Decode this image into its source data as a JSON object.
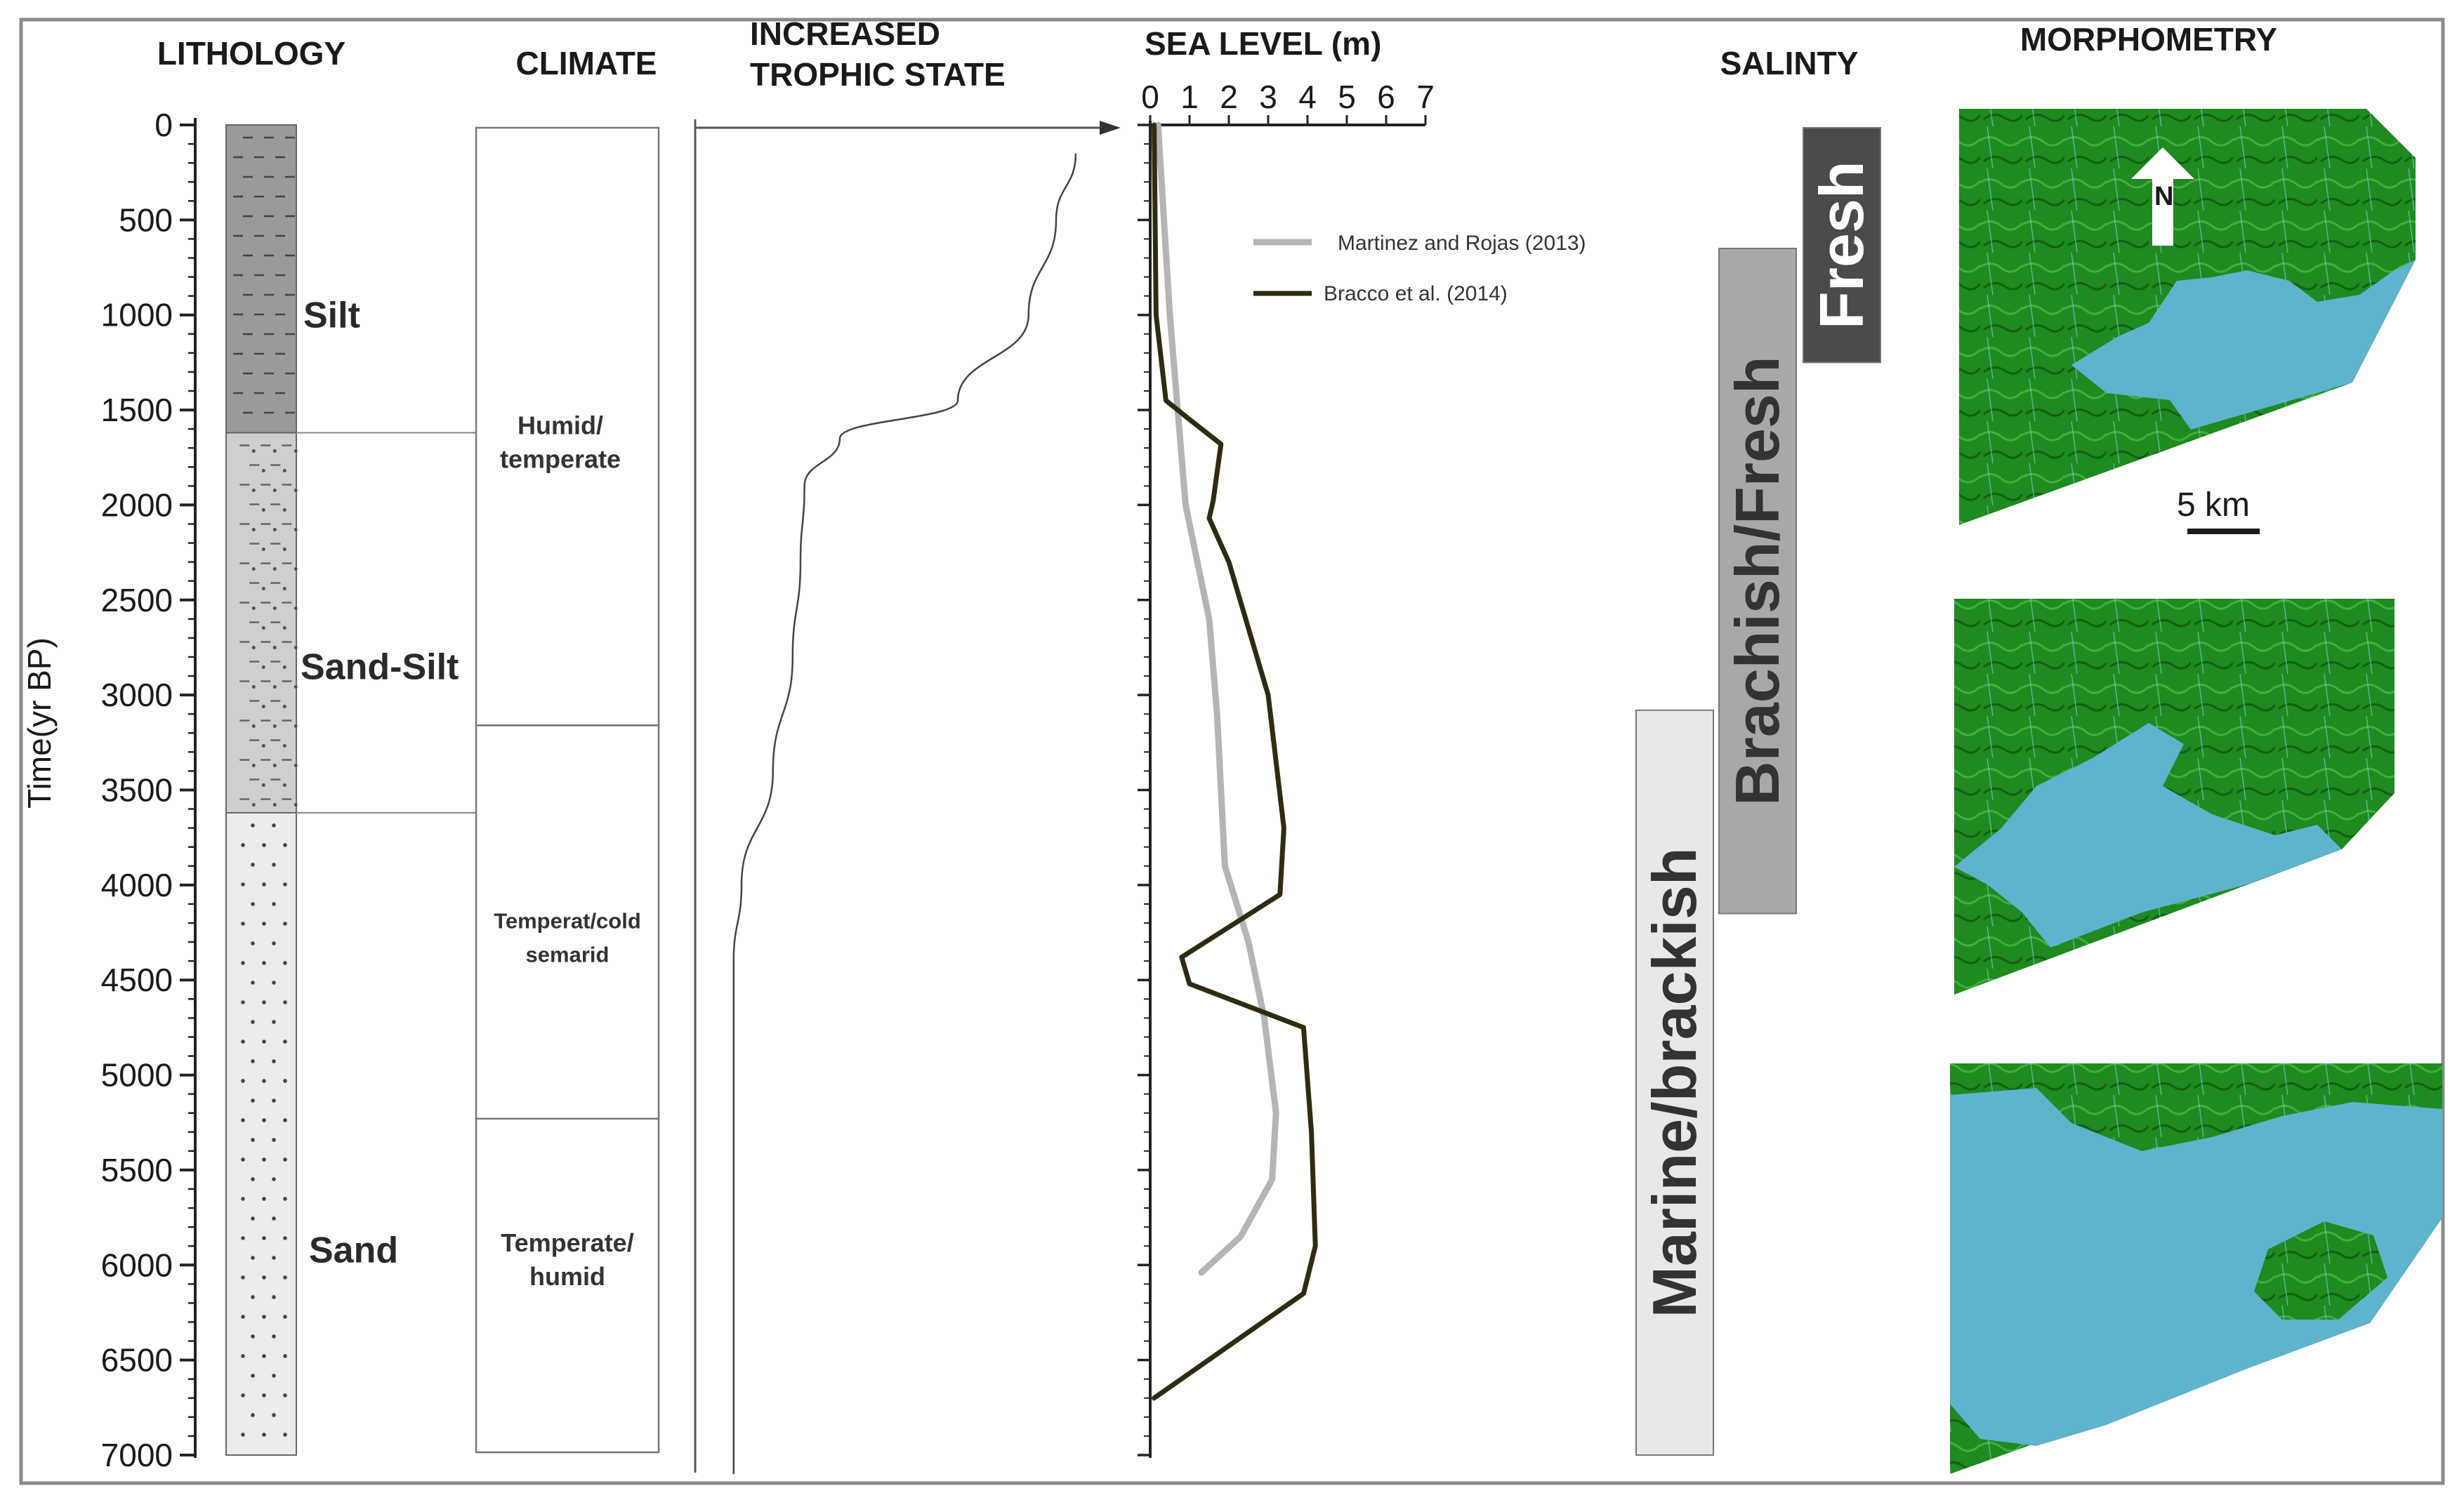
{
  "headers": {
    "lithology": "LITHOLOGY",
    "climate": "CLIMATE",
    "trophic_line1": "INCREASED",
    "trophic_line2": "TROPHIC STATE",
    "sea_level": "SEA  LEVEL (m)",
    "salinity": "SALINTY",
    "morphometry": "MORPHOMETRY"
  },
  "y_axis": {
    "label": "Time(yr BP)",
    "ticks": [
      0,
      500,
      1000,
      1500,
      2000,
      2500,
      3000,
      3500,
      4000,
      4500,
      5000,
      5500,
      6000,
      6500,
      7000
    ],
    "range": [
      0,
      7000
    ]
  },
  "lithology": [
    {
      "name": "Silt",
      "from": 0,
      "to": 1620,
      "fill": "#9a9a9a"
    },
    {
      "name": "Sand-Silt",
      "from": 1620,
      "to": 3620,
      "fill": "#cfcfcf"
    },
    {
      "name": "Sand",
      "from": 3620,
      "to": 7000,
      "fill": "#ececec"
    }
  ],
  "climate": [
    {
      "line1": "Humid/",
      "line2": "temperate",
      "from": 0,
      "to": 3160
    },
    {
      "line1": "Temperat/cold",
      "line2": "semarid",
      "from": 3160,
      "to": 5230
    },
    {
      "line1": "Temperate/",
      "line2": "humid",
      "from": 5230,
      "to": 7000
    }
  ],
  "chart_data": {
    "type": "line",
    "title": "SEA  LEVEL (m)",
    "xlabel": "",
    "ylabel": "Time(yr BP)",
    "xlim": [
      0,
      7
    ],
    "ylim": [
      0,
      7000
    ],
    "x_ticks": [
      0,
      1,
      2,
      3,
      4,
      5,
      6,
      7
    ],
    "legend_position": "top-right",
    "series": [
      {
        "name": "Martinez and Rojas (2013)",
        "color": "#b4b4b4",
        "points": [
          [
            0.2,
            0
          ],
          [
            0.5,
            1000
          ],
          [
            0.7,
            1500
          ],
          [
            0.9,
            2000
          ],
          [
            1.5,
            2600
          ],
          [
            1.7,
            3100
          ],
          [
            1.8,
            3500
          ],
          [
            1.9,
            3900
          ],
          [
            2.5,
            4300
          ],
          [
            2.9,
            4700
          ],
          [
            3.2,
            5200
          ],
          [
            3.1,
            5550
          ],
          [
            2.3,
            5850
          ],
          [
            1.3,
            6040
          ]
        ]
      },
      {
        "name": "Bracco et al. (2014)",
        "color": "#2e2b10",
        "points": [
          [
            0.1,
            0
          ],
          [
            0.15,
            1000
          ],
          [
            0.4,
            1450
          ],
          [
            1.0,
            1550
          ],
          [
            1.8,
            1680
          ],
          [
            1.6,
            1980
          ],
          [
            1.5,
            2070
          ],
          [
            2.0,
            2300
          ],
          [
            3.0,
            3000
          ],
          [
            3.4,
            3700
          ],
          [
            3.3,
            4050
          ],
          [
            0.8,
            4380
          ],
          [
            1.0,
            4520
          ],
          [
            3.9,
            4750
          ],
          [
            4.1,
            5300
          ],
          [
            4.2,
            5900
          ],
          [
            3.9,
            6150
          ],
          [
            0.1,
            6700
          ]
        ]
      }
    ]
  },
  "trophic_state": {
    "points": [
      [
        0.95,
        150
      ],
      [
        0.9,
        500
      ],
      [
        0.83,
        1000
      ],
      [
        0.65,
        1450
      ],
      [
        0.35,
        1650
      ],
      [
        0.26,
        1900
      ],
      [
        0.25,
        2300
      ],
      [
        0.23,
        2800
      ],
      [
        0.18,
        3400
      ],
      [
        0.1,
        4000
      ],
      [
        0.08,
        4400
      ],
      [
        0.08,
        5500
      ],
      [
        0.08,
        7100
      ]
    ]
  },
  "salinity": [
    {
      "label": "Fresh",
      "from": 0,
      "to": 1250,
      "fill": "#4a4a4a",
      "text_color": "#ffffff"
    },
    {
      "label": "Brachish/Fresh",
      "from": 650,
      "to": 4150,
      "fill": "#a8a8a8",
      "text_color": "#333333"
    },
    {
      "label": "Marine/brackish",
      "from": 3080,
      "to": 7000,
      "fill": "#e8e8e8",
      "text_color": "#333333"
    }
  ],
  "morphometry": {
    "north_label": "N",
    "scale_label": "5 km",
    "land_color": "#1f8a1f",
    "water_color": "#5fb3cd"
  }
}
